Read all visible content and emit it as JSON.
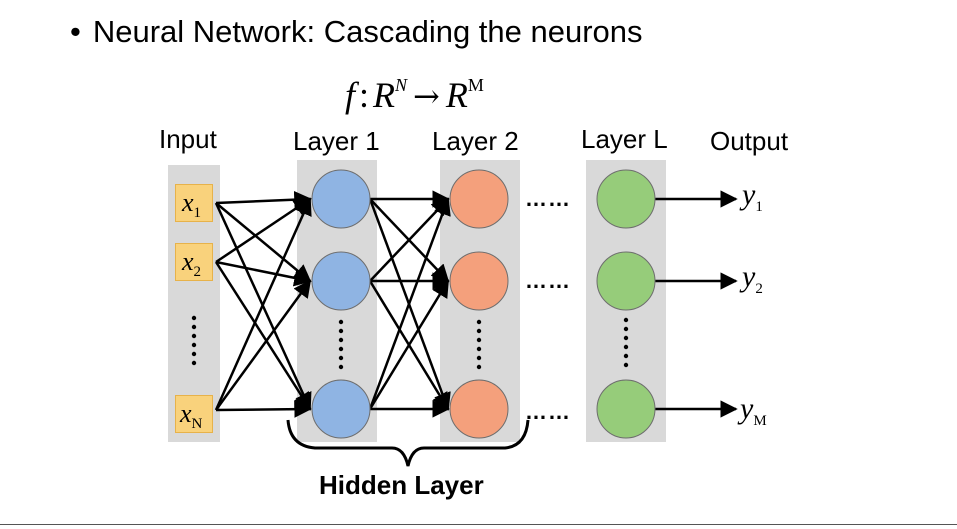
{
  "title": "Neural Network: Cascading the neurons",
  "formula": {
    "f": "f",
    "colon": ":",
    "R": "R",
    "sup_in": "N",
    "arrow": "→",
    "sup_out": "M"
  },
  "columns": {
    "input": "Input",
    "layer1": "Layer 1",
    "layer2": "Layer 2",
    "layerL": "Layer L",
    "output": "Output"
  },
  "inputs": [
    {
      "base": "x",
      "sub": "1"
    },
    {
      "base": "x",
      "sub": "2"
    },
    {
      "base": "x",
      "sub": "N"
    }
  ],
  "outputs": [
    {
      "base": "y",
      "sub": "1"
    },
    {
      "base": "y",
      "sub": "2"
    },
    {
      "base": "y",
      "sub": "M"
    }
  ],
  "ellipsis_h": "……",
  "hidden_layer": "Hidden Layer",
  "colors": {
    "layer1": "#8fb4e3",
    "layer2": "#f4a07c",
    "layerL": "#96cc7a",
    "input_box": "#f9d27c",
    "column_bg": "#d9d9d9"
  }
}
